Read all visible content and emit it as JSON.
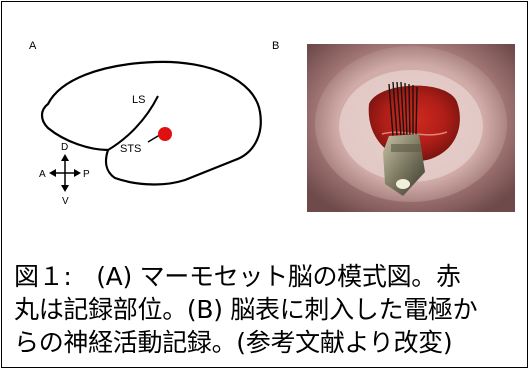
{
  "figure": {
    "panel_a_label": "A",
    "panel_b_label": "B",
    "diagram_labels": {
      "ls": "LS",
      "sts": "STS",
      "dorsal": "D",
      "ventral": "V",
      "anterior": "A",
      "posterior": "P"
    },
    "marker_color": "#e01010",
    "photo_description_icon": "cortex-electrode-photo"
  },
  "caption": {
    "line1": "図１:　(A) マーモセット脳の模式図。赤",
    "line2": "丸は記録部位。(B) 脳表に刺入した電極か",
    "line3": "らの神経活動記録。(参考文献より改変)"
  }
}
